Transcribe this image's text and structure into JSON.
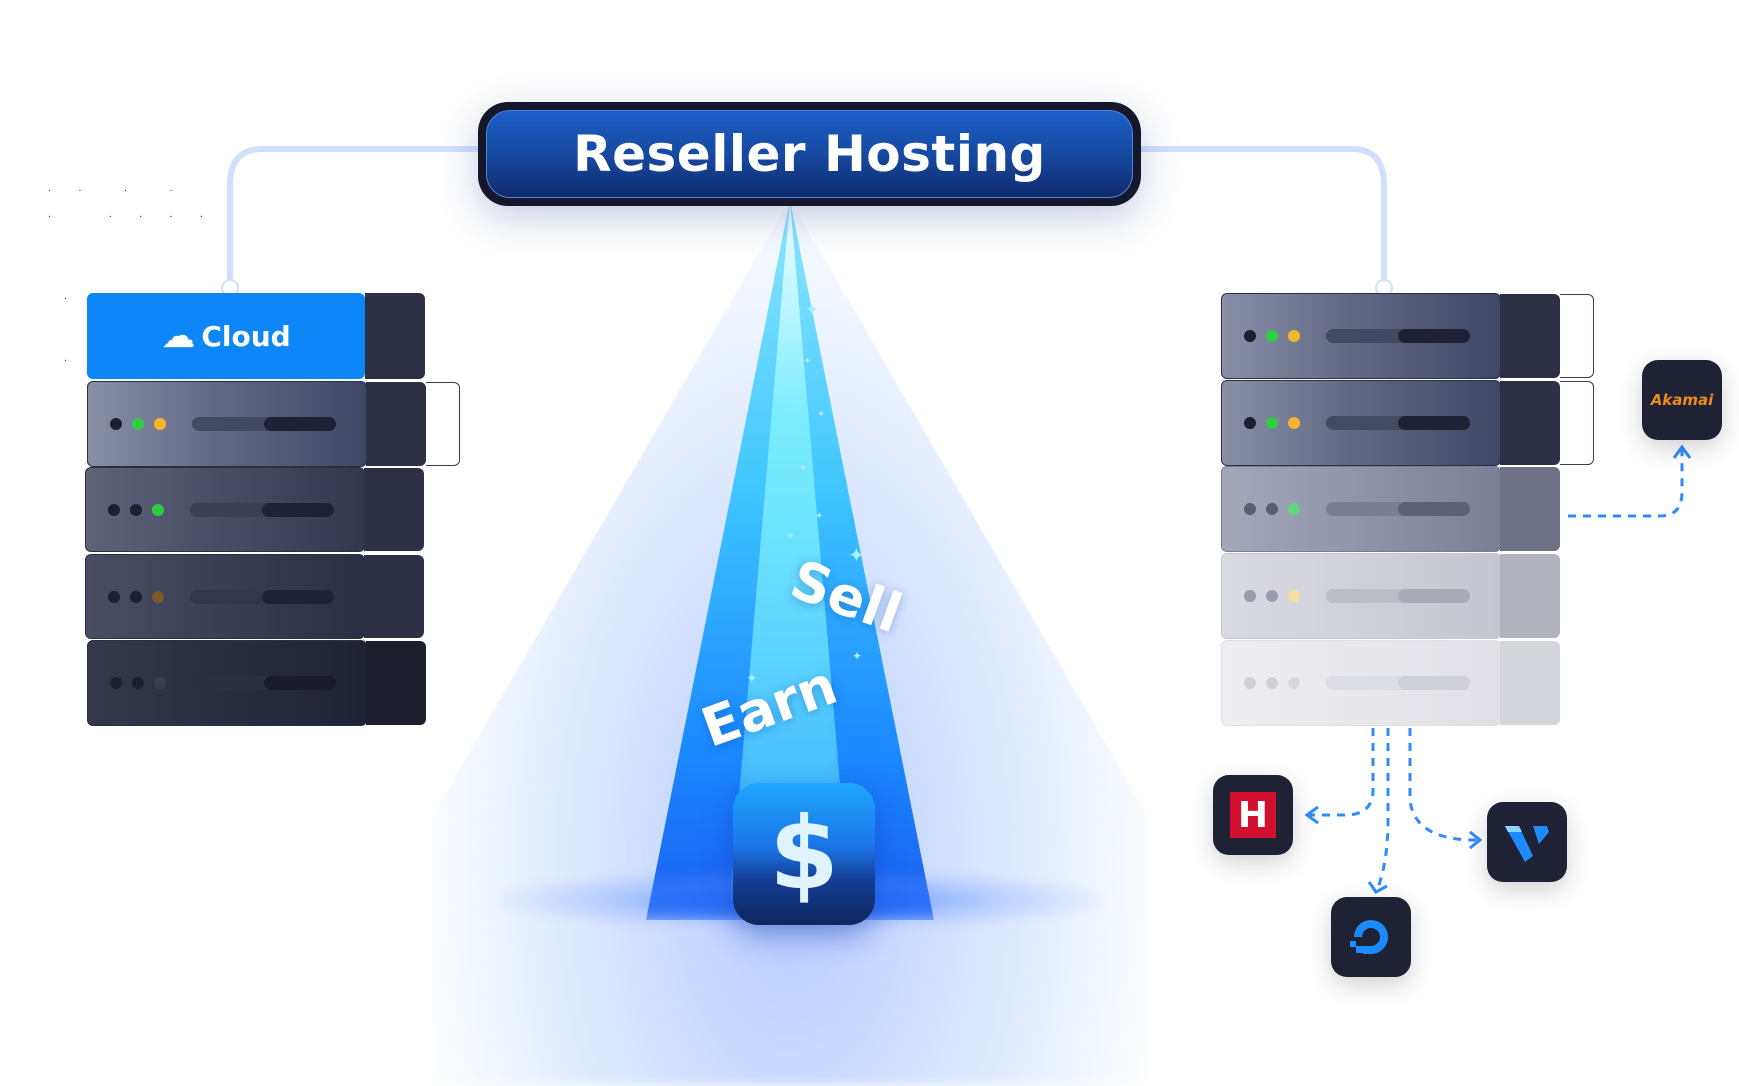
{
  "title": "Reseller Hosting",
  "beam": {
    "words": [
      "Sell",
      "Earn"
    ],
    "center_icon": "dollar-icon",
    "center_symbol": "$"
  },
  "left_stack": {
    "brand_unit": {
      "icon": "xcloud-logo-icon",
      "label": "Cloud",
      "color": "#0d86f7"
    },
    "units": [
      {
        "lights": [
          "#1c1f2e",
          "#2ecc40",
          "#f7b52c"
        ],
        "tone": "dark"
      },
      {
        "lights": [
          "#1c1f2e",
          "#1c1f2e",
          "#2ecc40"
        ],
        "tone": "darker"
      },
      {
        "lights": [
          "#1c1f2e",
          "#1c1f2e",
          "#7a5a2a"
        ],
        "tone": "darker"
      },
      {
        "lights": [
          "#1c1f2e",
          "#1c1f2e",
          "#3a3d50"
        ],
        "tone": "darkest"
      }
    ]
  },
  "right_stack": {
    "units": [
      {
        "lights": [
          "#1c1f2e",
          "#2ecc40",
          "#f7b52c"
        ],
        "opacity": 1.0
      },
      {
        "lights": [
          "#1c1f2e",
          "#2ecc40",
          "#f7b52c"
        ],
        "opacity": 1.0
      },
      {
        "lights": [
          "#5b5e70",
          "#5b5e70",
          "#5fd67a"
        ],
        "opacity": 0.7
      },
      {
        "lights": [
          "#9a9cab",
          "#9a9cab",
          "#f3dfa0"
        ],
        "opacity": 0.4
      },
      {
        "lights": [
          "#b0b2bd",
          "#b0b2bd",
          "#c9cbd3"
        ],
        "opacity": 0.2
      }
    ]
  },
  "providers": [
    {
      "name": "Akamai",
      "icon": "akamai-logo-icon",
      "label": "Akamai"
    },
    {
      "name": "Hetzner",
      "icon": "hetzner-logo-icon",
      "label": "H"
    },
    {
      "name": "DigitalOcean",
      "icon": "digitalocean-logo-icon",
      "label": ""
    },
    {
      "name": "Vultr",
      "icon": "vultr-logo-icon",
      "label": ""
    }
  ],
  "colors": {
    "accent": "#1b8bff",
    "title_bg": "#16479d",
    "connector": "#cfe0ff",
    "dashed_arrow": "#2f8bff"
  }
}
